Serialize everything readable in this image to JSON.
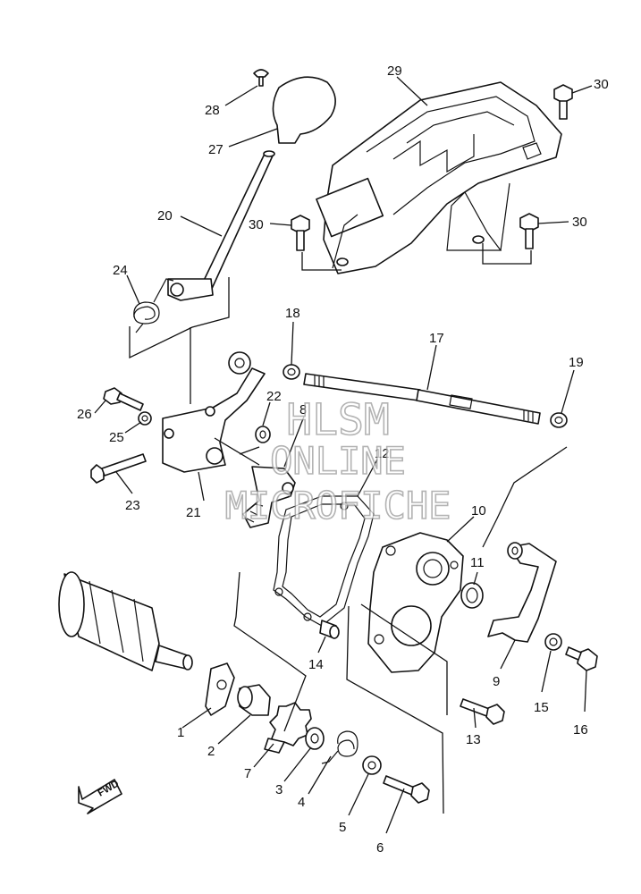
{
  "diagram": {
    "callouts": [
      "1",
      "2",
      "3",
      "4",
      "5",
      "6",
      "7",
      "8",
      "9",
      "10",
      "11",
      "12",
      "13",
      "14",
      "15",
      "16",
      "17",
      "18",
      "19",
      "20",
      "21",
      "22",
      "23",
      "24",
      "25",
      "26",
      "27",
      "28",
      "29",
      "30",
      "30",
      "30"
    ],
    "direction_marker": "FWD",
    "watermark": {
      "line1": "HLSM",
      "line2": "ONLINE",
      "line3": "MICROFICHE"
    }
  }
}
